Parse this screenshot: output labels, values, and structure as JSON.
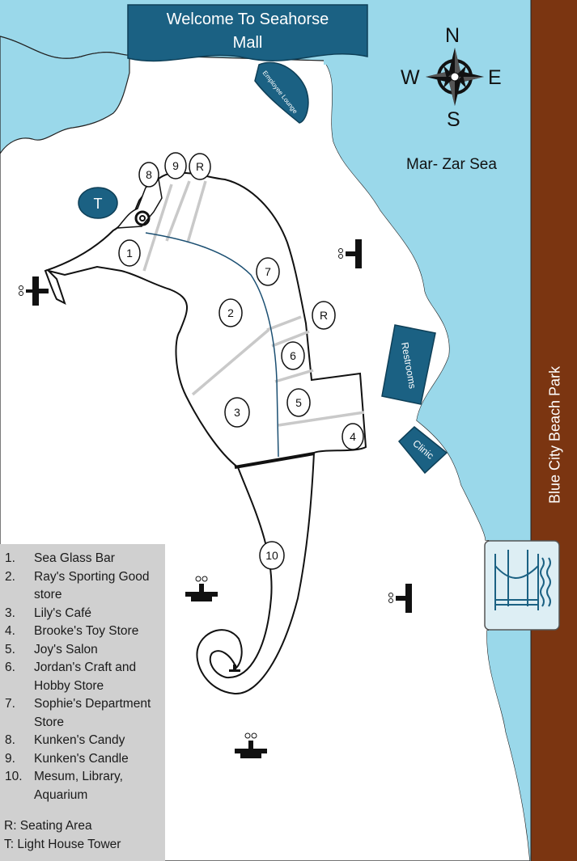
{
  "banner": {
    "title": "Welcome To Seahorse Mall",
    "line1": "Welcome To Seahorse",
    "line2": "Mall"
  },
  "water": {
    "name": "Mar- Zar Sea"
  },
  "park": {
    "name": "Blue City Beach Park"
  },
  "compass": {
    "n": "N",
    "s": "S",
    "e": "E",
    "w": "W"
  },
  "buildings": {
    "employee_lounge": "Employee Lounge",
    "restrooms": "Restrooms",
    "clinic": "Clinic",
    "lighthouse": "T"
  },
  "markers": {
    "m1": "1",
    "m2": "2",
    "m3": "3",
    "m4": "4",
    "m5": "5",
    "m6": "6",
    "m7": "7",
    "m8": "8",
    "m9": "9",
    "m10": "10",
    "r_top": "R",
    "r_mid": "R"
  },
  "legend": {
    "items": [
      {
        "num": "1.",
        "name": "Sea Glass Bar"
      },
      {
        "num": "2.",
        "name": "Ray's Sporting Good store"
      },
      {
        "num": "3.",
        "name": "Lily's Café"
      },
      {
        "num": "4.",
        "name": "Brooke's Toy Store"
      },
      {
        "num": "5.",
        "name": "Joy's Salon"
      },
      {
        "num": "6.",
        "name": "Jordan's Craft and Hobby Store"
      },
      {
        "num": "7.",
        "name": "Sophie's Department Store"
      },
      {
        "num": "8.",
        "name": "Kunken's Candy"
      },
      {
        "num": "9.",
        "name": "Kunken's Candle"
      },
      {
        "num": "10.",
        "name": "Mesum, Library, Aquarium"
      }
    ],
    "key_r": "R: Seating Area",
    "key_t": "T: Light House Tower"
  },
  "colors": {
    "sea": "#9ad8ea",
    "land": "#ffffff",
    "building": "#1b6183",
    "park": "#7b3511",
    "legend_bg": "#d0d0d0"
  }
}
